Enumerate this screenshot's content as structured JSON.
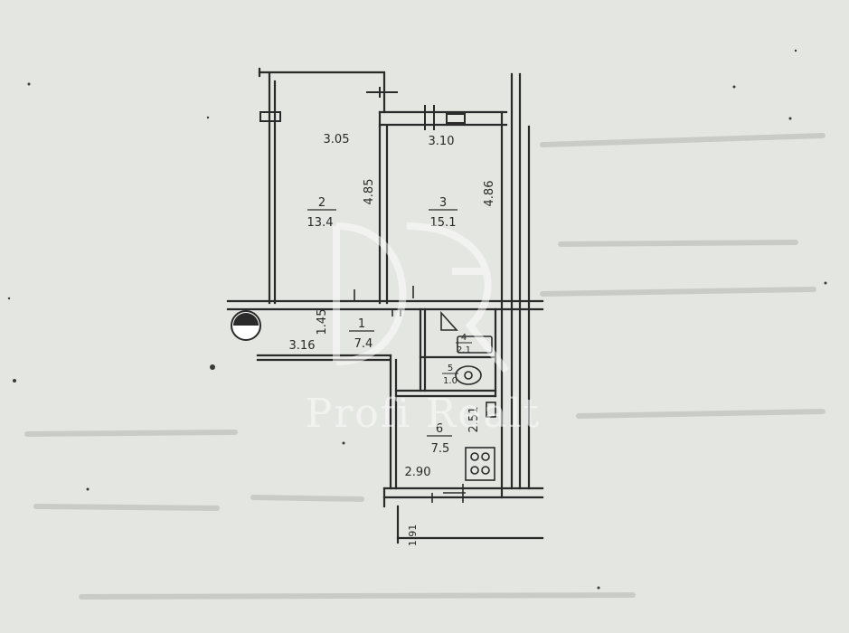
{
  "plan": {
    "rooms": [
      {
        "number": "1",
        "area": "7.4"
      },
      {
        "number": "2",
        "area": "13.4"
      },
      {
        "number": "3",
        "area": "15.1"
      },
      {
        "number": "4",
        "area": "2.1"
      },
      {
        "number": "5",
        "area": "1.0"
      },
      {
        "number": "6",
        "area": "7.5"
      }
    ],
    "dimensions": {
      "d_305": "3.05",
      "d_310": "3.10",
      "d_485": "4.85",
      "d_486": "4.86",
      "d_145": "1.45",
      "d_316": "3.16",
      "d_251": "2.51",
      "d_290": "2.90",
      "d_191": "1.91"
    }
  },
  "watermark": {
    "text": "Profi Realt"
  },
  "colors": {
    "paper": "#e4e6e1",
    "ink": "#2a2a2a",
    "watermark": "#ffffff"
  }
}
